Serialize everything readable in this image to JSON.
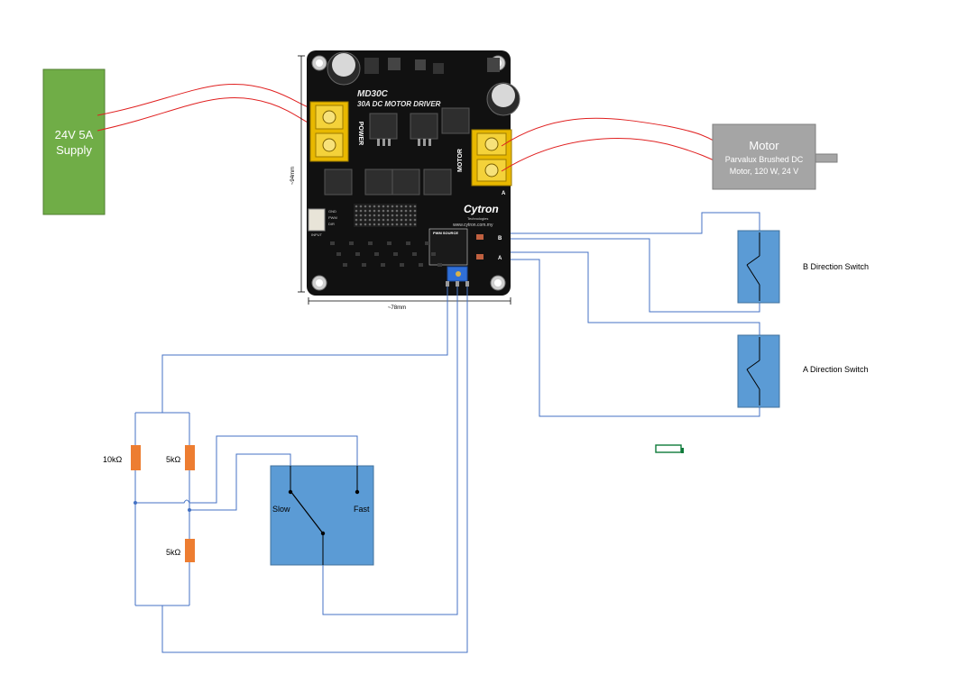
{
  "power_supply": {
    "line1": "24V 5A",
    "line2": "Supply",
    "color": "#70AD47"
  },
  "motor": {
    "title": "Motor",
    "line1": "Parvalux Brushed DC",
    "line2": "Motor, 120 W, 24 V",
    "color": "#A5A5A5"
  },
  "board": {
    "model": "MD30C",
    "subtitle": "30A DC MOTOR DRIVER",
    "brand": "Cytron",
    "brand_sub": "Technologies",
    "website": "www.cytron.com.my",
    "power_label": "POWER",
    "motor_label": "MOTOR",
    "pwm_source_label": "PWM SOURCE",
    "input_label": "INPUT",
    "gnd_label": "GND",
    "pwm_label": "PWM",
    "dir_label": "DIR",
    "b_label": "B",
    "a_label": "A",
    "height_dim": "~94mm",
    "width_dim": "~78mm"
  },
  "resistors": {
    "r1": "10kΩ",
    "r2": "5kΩ",
    "r3": "5kΩ",
    "color": "#ED7D31"
  },
  "speed_switch": {
    "slow": "Slow",
    "fast": "Fast",
    "color": "#5B9BD5"
  },
  "direction_switches": {
    "b_label": "B Direction Switch",
    "a_label": "A Direction Switch",
    "color": "#5B9BD5"
  },
  "colors": {
    "wire_red": "#E02020",
    "wire_blue": "#4472C4",
    "battery_green": "#0E7A3A"
  }
}
